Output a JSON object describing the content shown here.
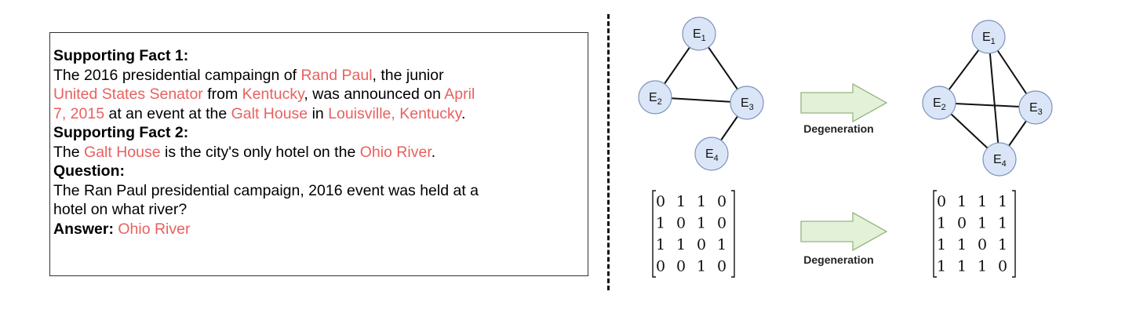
{
  "fact_box": {
    "lines": [
      [
        {
          "t": "Supporting Fact 1:",
          "c": "hdr"
        }
      ],
      [
        {
          "t": "The 2016 presidential campaingn of ",
          "c": ""
        },
        {
          "t": "Rand Paul",
          "c": "hl"
        },
        {
          "t": ", the junior",
          "c": ""
        }
      ],
      [
        {
          "t": "United States Senator",
          "c": "hl"
        },
        {
          "t": " from ",
          "c": ""
        },
        {
          "t": "Kentucky",
          "c": "hl"
        },
        {
          "t": ", was announced on ",
          "c": ""
        },
        {
          "t": "April",
          "c": "hl"
        }
      ],
      [
        {
          "t": "7, 2015",
          "c": "hl"
        },
        {
          "t": " at an event at the ",
          "c": ""
        },
        {
          "t": "Galt House",
          "c": "hl"
        },
        {
          "t": " in ",
          "c": ""
        },
        {
          "t": "Louisville, Kentucky",
          "c": "hl"
        },
        {
          "t": ".",
          "c": ""
        }
      ],
      [
        {
          "t": "Supporting Fact 2:",
          "c": "hdr"
        }
      ],
      [
        {
          "t": "The ",
          "c": ""
        },
        {
          "t": "Galt House",
          "c": "hl"
        },
        {
          "t": " is the city's only hotel on the ",
          "c": ""
        },
        {
          "t": "Ohio River",
          "c": "hl"
        },
        {
          "t": ".",
          "c": ""
        }
      ],
      [
        {
          "t": "Question:",
          "c": "hdr"
        }
      ],
      [
        {
          "t": "The Ran Paul presidential campaign, 2016 event was held at a",
          "c": ""
        }
      ],
      [
        {
          "t": "hotel on what river?",
          "c": ""
        }
      ],
      [
        {
          "t": "Answer: ",
          "c": "hdr"
        },
        {
          "t": "Ohio River",
          "c": "hl"
        }
      ]
    ],
    "highlight_color": "#e8615f"
  },
  "graph_left": {
    "nodes": [
      {
        "id": "E1",
        "base": "E",
        "sub": "1"
      },
      {
        "id": "E2",
        "base": "E",
        "sub": "2"
      },
      {
        "id": "E3",
        "base": "E",
        "sub": "3"
      },
      {
        "id": "E4",
        "base": "E",
        "sub": "4"
      }
    ],
    "edges": [
      [
        "E1",
        "E2"
      ],
      [
        "E1",
        "E3"
      ],
      [
        "E2",
        "E3"
      ],
      [
        "E3",
        "E4"
      ]
    ]
  },
  "graph_right": {
    "nodes": [
      {
        "id": "E1",
        "base": "E",
        "sub": "1"
      },
      {
        "id": "E2",
        "base": "E",
        "sub": "2"
      },
      {
        "id": "E3",
        "base": "E",
        "sub": "3"
      },
      {
        "id": "E4",
        "base": "E",
        "sub": "4"
      }
    ],
    "edges": [
      [
        "E1",
        "E2"
      ],
      [
        "E1",
        "E3"
      ],
      [
        "E1",
        "E4"
      ],
      [
        "E2",
        "E3"
      ],
      [
        "E2",
        "E4"
      ],
      [
        "E3",
        "E4"
      ]
    ]
  },
  "matrix_left": [
    [
      0,
      1,
      1,
      0
    ],
    [
      1,
      0,
      1,
      0
    ],
    [
      1,
      1,
      0,
      1
    ],
    [
      0,
      0,
      1,
      0
    ]
  ],
  "matrix_right": [
    [
      0,
      1,
      1,
      1
    ],
    [
      1,
      0,
      1,
      1
    ],
    [
      1,
      1,
      0,
      1
    ],
    [
      1,
      1,
      1,
      0
    ]
  ],
  "arrows": {
    "top_label": "Degeneration",
    "bottom_label": "Degeneration"
  },
  "colors": {
    "node_fill": "#dae6f7",
    "node_stroke": "#7c93bd",
    "arrow_fill": "#e3f1d9",
    "arrow_stroke": "#93b77e"
  }
}
